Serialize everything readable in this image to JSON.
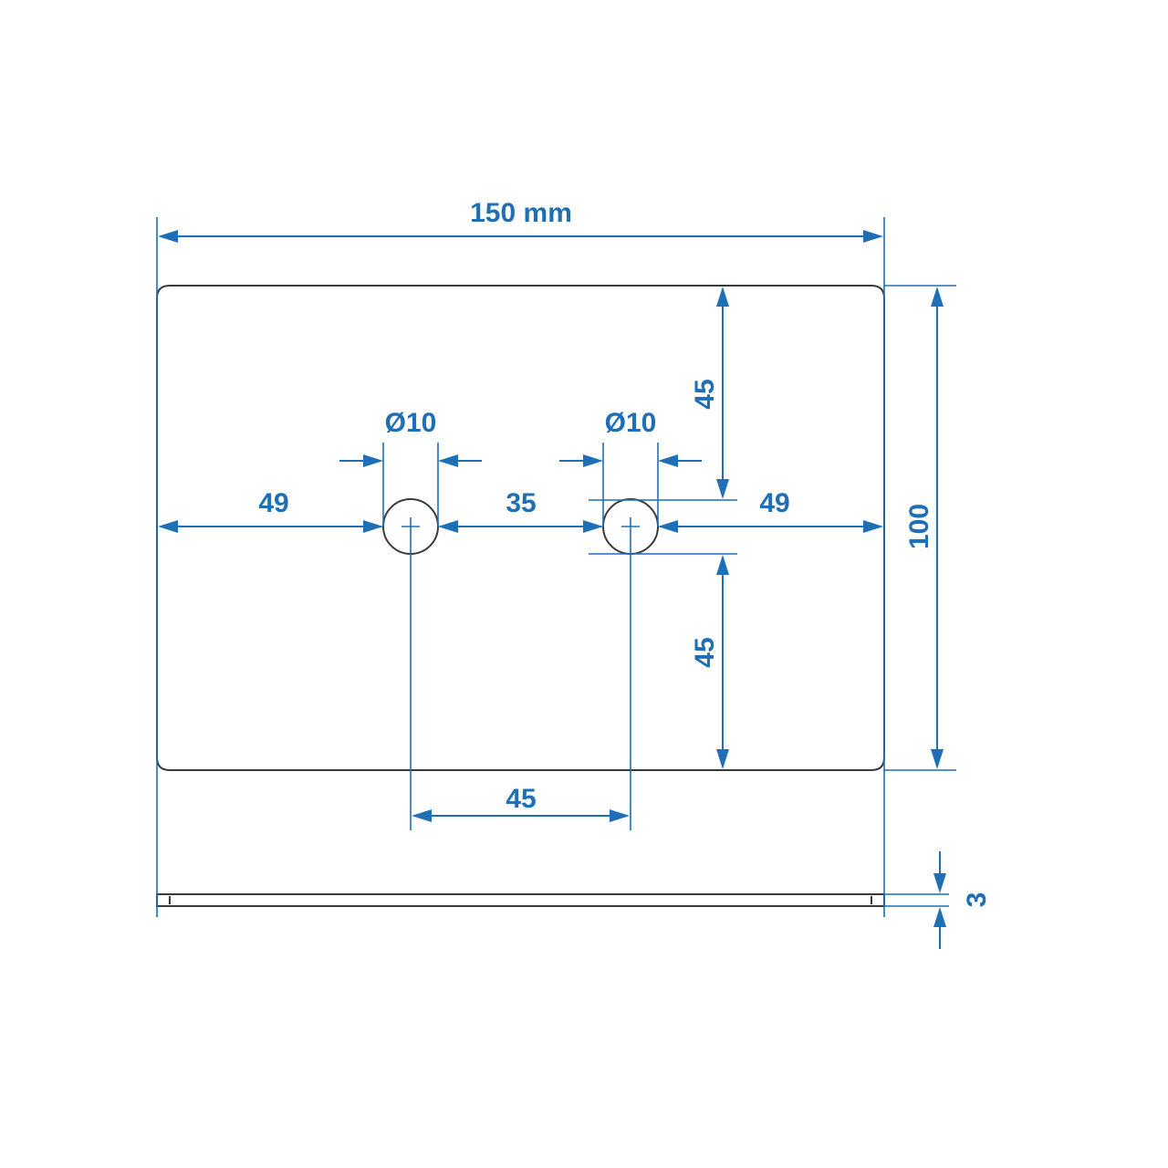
{
  "dimensions": {
    "overall_width": "150 mm",
    "hole1_diameter": "Ø10",
    "hole2_diameter": "Ø10",
    "left_offset": "49",
    "hole_spacing_gap": "35",
    "right_offset": "49",
    "top_to_center": "45",
    "center_to_bottom": "45",
    "overall_height": "100",
    "center_distance": "45",
    "thickness": "3"
  },
  "colors": {
    "dimension": "#1f6fb6",
    "outline": "#3a3a3a"
  }
}
